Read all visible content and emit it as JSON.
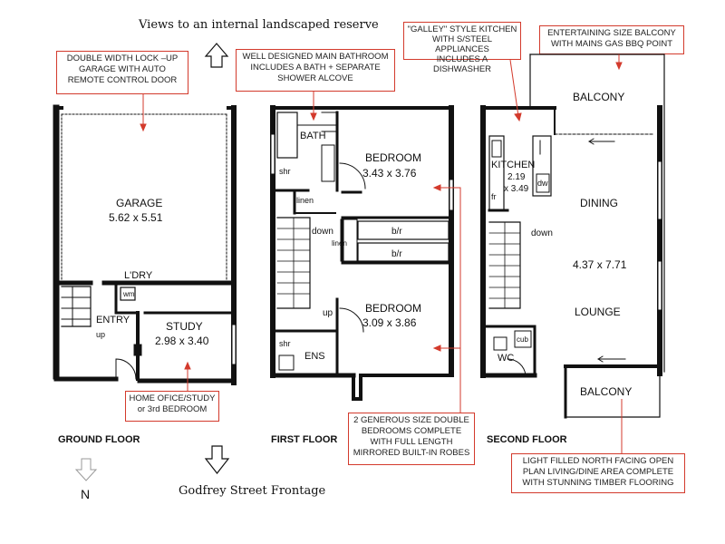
{
  "top_caption": "Views to an internal landscaped  reserve",
  "bottom_caption": "Godfrey Street Frontage",
  "north_label": "N",
  "colors": {
    "wall": "#111111",
    "accent": "#d33a2c",
    "wc": "#e6e6e6"
  },
  "floors": {
    "ground": "GROUND FLOOR",
    "first": "FIRST FLOOR",
    "second": "SECOND FLOOR"
  },
  "rooms": {
    "garage_name": "GARAGE",
    "garage_size": "5.62 x 5.51",
    "laundry": "L'DRY",
    "wm": "wm",
    "entry": "ENTRY",
    "up_ground": "up",
    "study_name": "STUDY",
    "study_size": "2.98 x 3.40",
    "bath": "BATH",
    "shr_first": "shr",
    "linen_1": "linen",
    "down_first": "down",
    "linen_2": "linen",
    "bir_1": "b/r",
    "bir_2": "b/r",
    "bed1_name": "BEDROOM",
    "bed1_size": "3.43 x 3.76",
    "bed2_name": "BEDROOM",
    "bed2_size": "3.09 x 3.86",
    "up_first": "up",
    "shr_ens": "shr",
    "ens": "ENS",
    "balcony_top": "BALCONY",
    "kitchen_name": "KITCHEN",
    "kitchen_size_1": "2.19",
    "kitchen_size_2": "x 3.49",
    "dw": "dw",
    "fr": "fr",
    "dining": "DINING",
    "down_second": "down",
    "living_size": "4.37 x 7.71",
    "lounge": "LOUNGE",
    "cub": "cub",
    "wc": "WC",
    "balcony_bottom": "BALCONY"
  },
  "notes": {
    "garage": [
      "DOUBLE WIDTH LOCK –UP",
      "GARAGE WITH AUTO",
      "REMOTE CONTROL  DOOR"
    ],
    "bathroom": [
      "WELL DESIGNED MAIN BATHROOM",
      "INCLUDES A BATH + SEPARATE",
      "SHOWER ALCOVE"
    ],
    "kitchen": [
      "\"GALLEY\" STYLE KITCHEN",
      "WITH S/STEEL APPLIANCES",
      "INCLUDES A DISHWASHER"
    ],
    "balcony": [
      "ENTERTAINING SIZE BALCONY",
      "WITH MAINS GAS BBQ POINT"
    ],
    "study": [
      "HOME OFICE/STUDY",
      "or 3rd BEDROOM"
    ],
    "bedrooms": [
      "2 GENEROUS SIZE DOUBLE",
      "BEDROOMS COMPLETE",
      "WITH FULL LENGTH",
      "MIRRORED  BUILT-IN ROBES"
    ],
    "living": [
      "LIGHT FILLED NORTH FACING OPEN",
      "PLAN LIVING/DINE AREA COMPLETE",
      "WITH STUNNING TIMBER FLOORING"
    ]
  }
}
